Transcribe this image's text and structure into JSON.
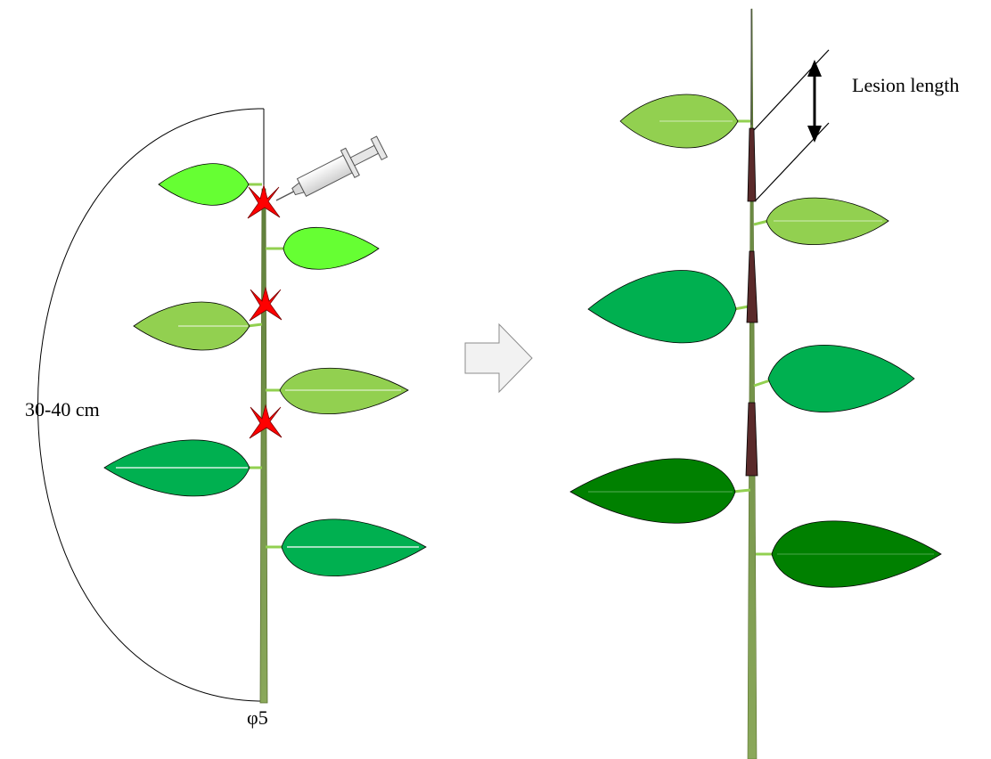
{
  "labels": {
    "height": "30-40 cm",
    "diameter": "φ5",
    "lesion": "Lesion length"
  },
  "colors": {
    "stem": "#7a9a4a",
    "leaf_light": "#66ff33",
    "leaf_pale": "#92d050",
    "leaf_mid": "#00b050",
    "leaf_dark": "#008000",
    "petiole": "#92d050",
    "wound_marker": "#ff0000",
    "lesion": "#5a2a2a",
    "arrow_fill": "#f2f2f2"
  },
  "icons": {
    "syringe": "syringe-icon",
    "wound": "wound-star-icon",
    "process_arrow": "right-arrow-icon"
  }
}
